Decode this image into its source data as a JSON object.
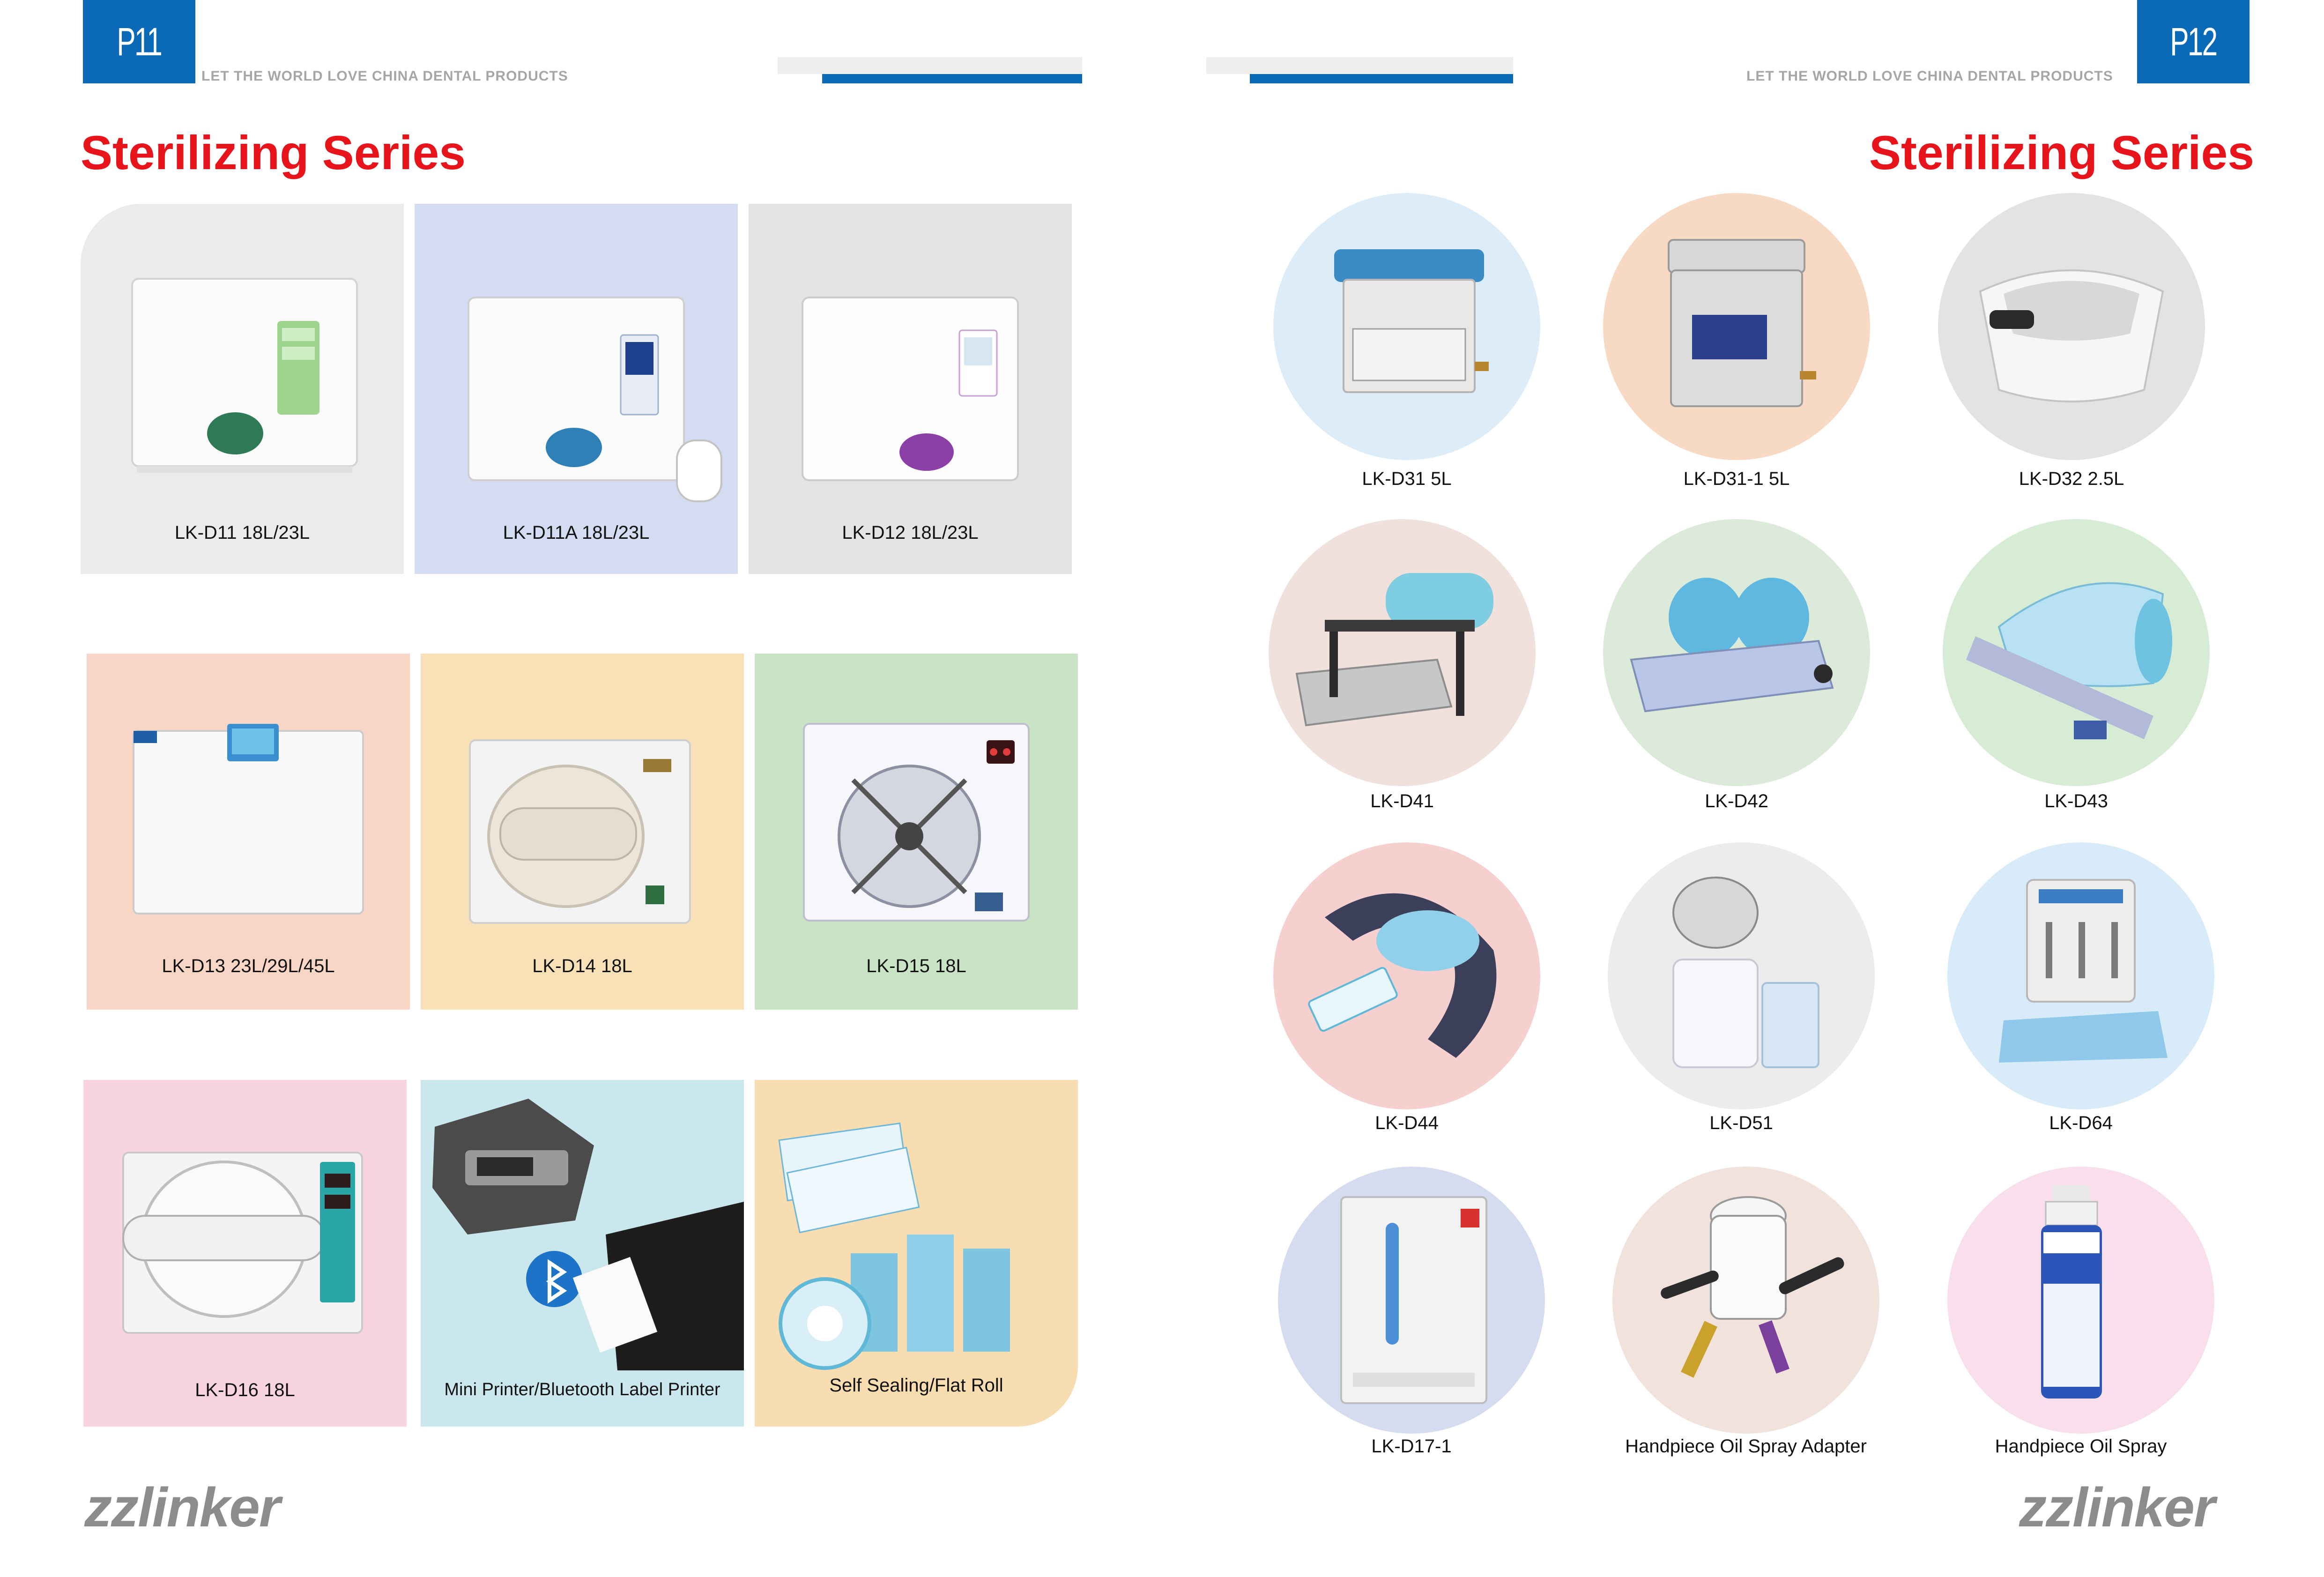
{
  "left_page": {
    "page_number": "P11",
    "slogan": "LET THE WORLD LOVE CHINA DENTAL PRODUCTS",
    "title": "Sterilizing Series",
    "products": [
      {
        "label": "LK-D11 18L/23L",
        "bg": "#ebebeb",
        "accent": "#8fcf7f"
      },
      {
        "label": "LK-D11A 18L/23L",
        "bg": "#d3dcf0",
        "accent": "#2f7fb7"
      },
      {
        "label": "LK-D12 18L/23L",
        "bg": "#e4e4e4",
        "accent": "#8b3fa7"
      },
      {
        "label": "LK-D13 23L/29L/45L",
        "bg": "#f8d6c6",
        "accent": "#3a8fd0"
      },
      {
        "label": "LK-D14 18L",
        "bg": "#f8e1b7",
        "accent": "#d9d3c8"
      },
      {
        "label": "LK-D15 18L",
        "bg": "#c8e4c5",
        "accent": "#d0393b"
      },
      {
        "label": "LK-D16 18L",
        "bg": "#f8d3e2",
        "accent": "#27a0a0"
      },
      {
        "label": "Mini Printer/Bluetooth Label Printer",
        "bg": "#cbe7ee",
        "accent": "#1c73c8"
      },
      {
        "label": "Self Sealing/Flat Roll",
        "bg": "#f8ddb1",
        "accent": "#5fb8d8"
      }
    ],
    "brand": "zzlinker"
  },
  "right_page": {
    "page_number": "P12",
    "slogan": "LET THE WORLD LOVE CHINA DENTAL PRODUCTS",
    "title": "Sterilizing Series",
    "products": [
      {
        "label": "LK-D31  5L",
        "bg": "#dcecf8"
      },
      {
        "label": "LK-D31-1  5L",
        "bg": "#f8d9c3"
      },
      {
        "label": "LK-D32  2.5L",
        "bg": "#e3e3e3"
      },
      {
        "label": "LK-D41",
        "bg": "#f1e1dc"
      },
      {
        "label": "LK-D42",
        "bg": "#dcebd9"
      },
      {
        "label": "LK-D43",
        "bg": "#d7ecd4"
      },
      {
        "label": "LK-D44",
        "bg": "#f6cfcf"
      },
      {
        "label": "LK-D51",
        "bg": "#ececec"
      },
      {
        "label": "LK-D64",
        "bg": "#d8ebf8"
      },
      {
        "label": "LK-D17-1",
        "bg": "#d6dcef"
      },
      {
        "label": "Handpiece Oil Spray Adapter",
        "bg": "#f1e2dc"
      },
      {
        "label": "Handpiece Oil Spray",
        "bg": "#f8dfeb"
      }
    ],
    "brand": "zzlinker"
  },
  "colors": {
    "accent_blue": "#0b6ab8",
    "title_red": "#e8141b",
    "brand_gray": "#8c8c8c"
  }
}
